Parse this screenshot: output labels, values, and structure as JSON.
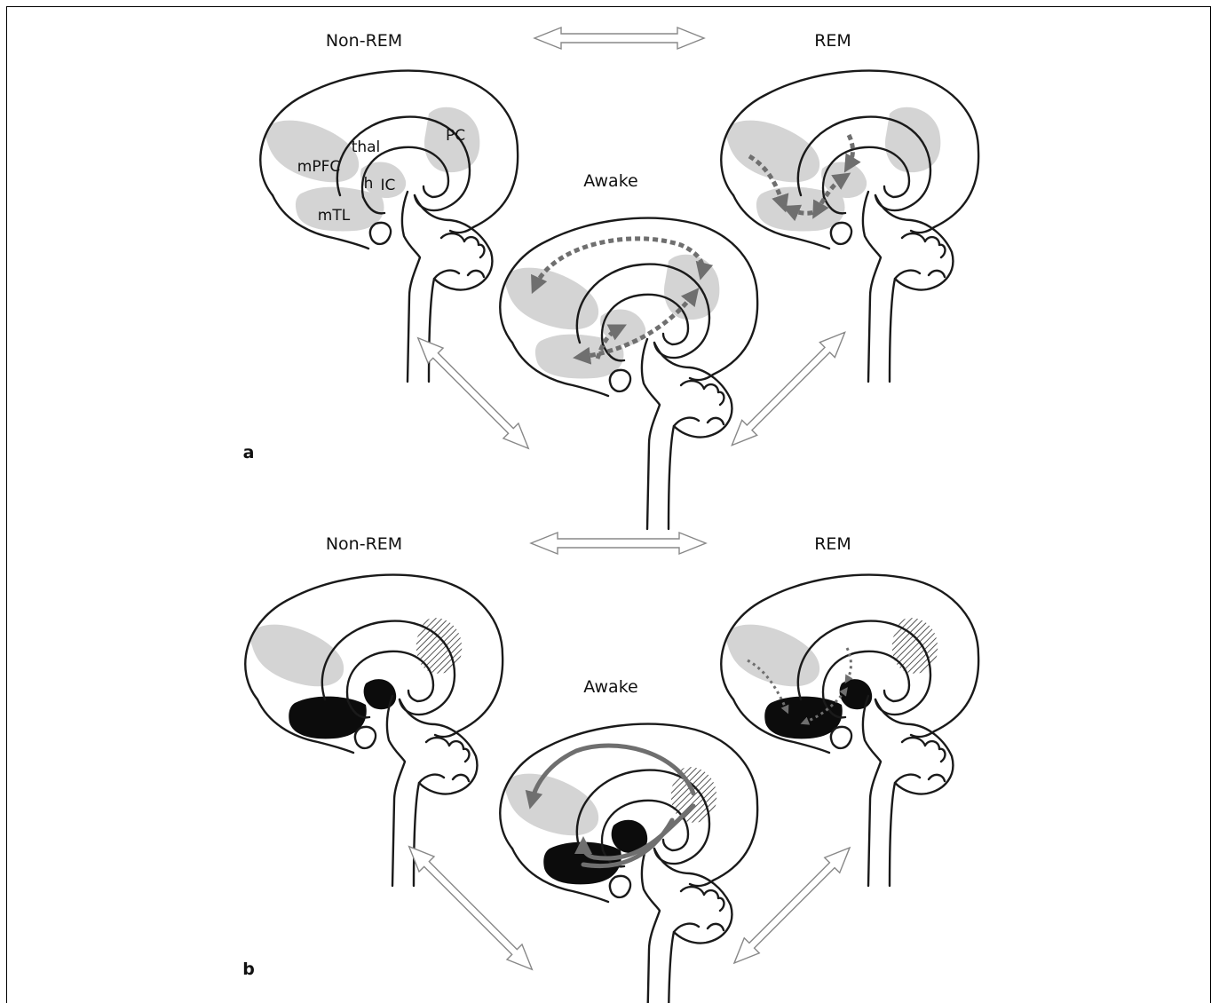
{
  "panels": [
    {
      "letter": "a",
      "states": {
        "nonrem": "Non-REM",
        "rem": "REM",
        "awake": "Awake"
      },
      "regions": {
        "mpfc": "mPFC",
        "thal": "thal",
        "pc": "PC",
        "h": "h",
        "ic": "IC",
        "mtl": "mTL"
      }
    },
    {
      "letter": "b",
      "states": {
        "nonrem": "Non-REM",
        "rem": "REM",
        "awake": "Awake"
      }
    }
  ],
  "colors": {
    "region_gray": "#d4d4d4",
    "active_black": "#0c0c0c",
    "arrow_gray": "#6f6f6f",
    "outline": "#1a1a1a"
  }
}
